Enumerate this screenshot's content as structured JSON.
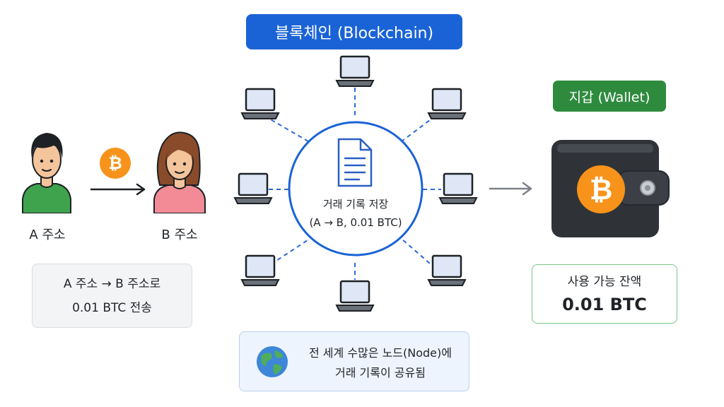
{
  "header": {
    "title": "블록체인 (Blockchain)"
  },
  "sender": {
    "label": "A 주소"
  },
  "receiver": {
    "label": "B 주소"
  },
  "transfer_card": {
    "line1": "A 주소 → B 주소로",
    "line2": "0.01 BTC 전송"
  },
  "ledger": {
    "line1": "거래 기록 저장",
    "line2": "(A → B, 0.01 BTC)"
  },
  "network_note": {
    "line1": "전 세계 수많은 노드(Node)에",
    "line2": "거래 기록이 공유됨"
  },
  "wallet": {
    "title": "지갑 (Wallet)",
    "balance_label": "사용 가능 잔액",
    "balance_value": "0.01 BTC"
  },
  "icons": {
    "coin": "bitcoin-coin-icon",
    "document": "document-icon",
    "laptop": "laptop-icon",
    "globe": "globe-icon",
    "wallet": "wallet-icon",
    "person_male": "person-male-icon",
    "person_female": "person-female-icon"
  },
  "colors": {
    "primary_blue": "#1a63d6",
    "green": "#2e8b3e",
    "bitcoin_orange": "#f7931a",
    "wallet_dark": "#2f3338"
  }
}
